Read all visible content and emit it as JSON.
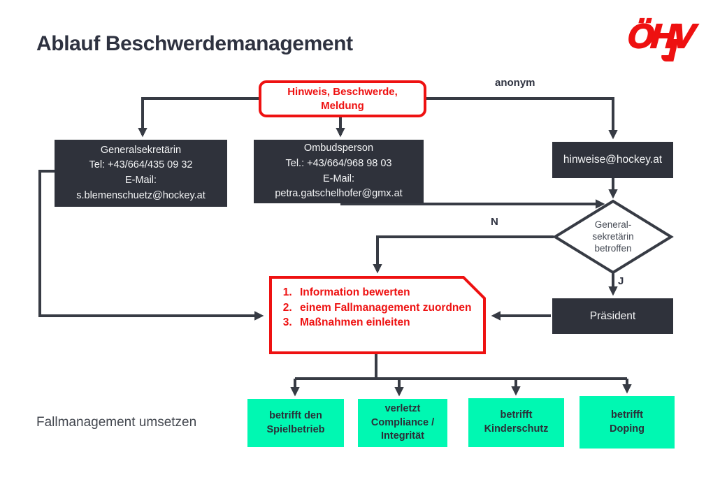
{
  "colors": {
    "accent-red": "#ee1111",
    "node-dark": "#2f323b",
    "line-dark": "#373b44",
    "green": "#00f8b2",
    "ink": "#2e3240",
    "gray-text": "#454a54"
  },
  "header": {
    "title": "Ablauf Beschwerdemanagement",
    "logo_text": "ÖHV"
  },
  "flow": {
    "report": {
      "lines": [
        "Hinweis, Beschwerde,",
        "Meldung"
      ]
    },
    "anonym_label": "anonym",
    "generalsekretaerin": {
      "lines": [
        "Generalsekretärin",
        "Tel: +43/664/435 09 32",
        "E-Mail:",
        "s.blemenschuetz@hockey.at"
      ]
    },
    "ombudsperson": {
      "lines": [
        "Ombudsperson",
        "Tel.: +43/664/968 98 03",
        "E-Mail:",
        "petra.gatschelhofer@gmx.at"
      ]
    },
    "hinweise_email": "hinweise@hockey.at",
    "decision": {
      "lines": [
        "General-",
        "sekretärin",
        "betroffen"
      ],
      "no_label": "N",
      "yes_label": "J"
    },
    "assessment": {
      "items": [
        "Information bewerten",
        "einem Fallmanagement zuordnen",
        "Maßnahmen einleiten"
      ]
    },
    "praesident_label": "Präsident",
    "outcomes": [
      {
        "lines": [
          "betrifft den",
          "Spielbetrieb"
        ]
      },
      {
        "lines": [
          "verletzt",
          "Compliance /",
          "Integrität"
        ]
      },
      {
        "lines": [
          "betrifft",
          "Kinderschutz"
        ]
      },
      {
        "lines": [
          "betrifft",
          "Doping"
        ]
      }
    ],
    "section_label": "Fallmanagement umsetzen"
  }
}
